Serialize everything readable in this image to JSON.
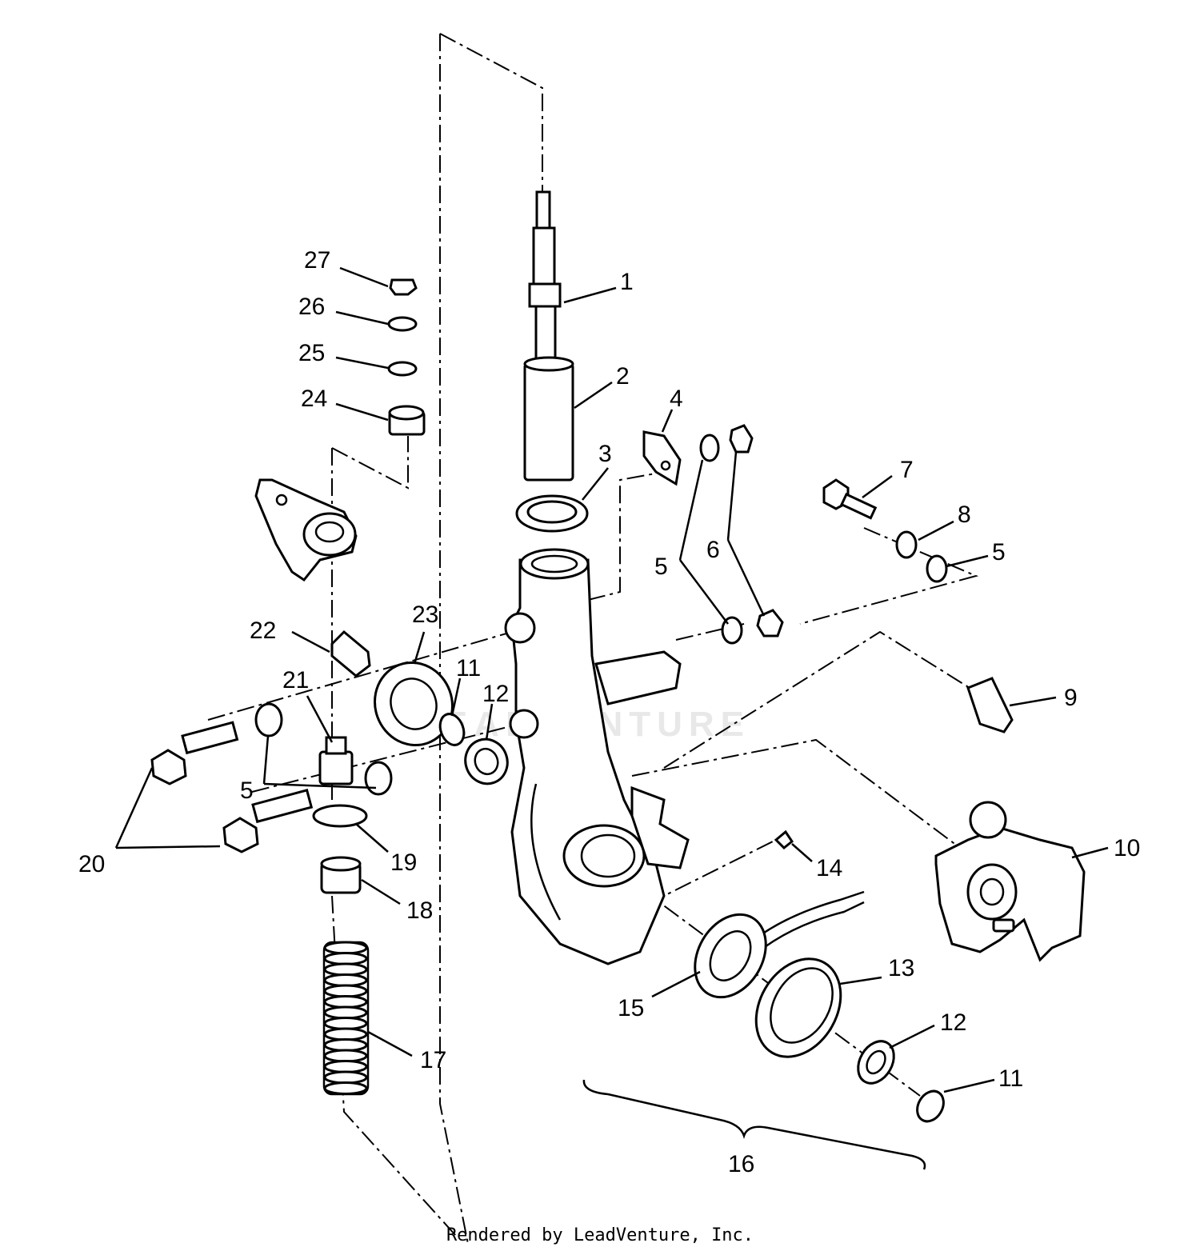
{
  "diagram": {
    "callouts": {
      "c1": "1",
      "c2": "2",
      "c3": "3",
      "c4": "4",
      "c5a": "5",
      "c5b": "5",
      "c5c": "5",
      "c6": "6",
      "c7": "7",
      "c8": "8",
      "c9": "9",
      "c10": "10",
      "c11a": "11",
      "c11b": "11",
      "c12a": "12",
      "c12b": "12",
      "c13": "13",
      "c14": "14",
      "c15": "15",
      "c16": "16",
      "c17": "17",
      "c18": "18",
      "c19": "19",
      "c20": "20",
      "c21": "21",
      "c22": "22",
      "c23": "23",
      "c24": "24",
      "c25": "25",
      "c26": "26",
      "c27": "27"
    },
    "watermark": "LEADVENTURE"
  },
  "footer": {
    "credit": "Rendered by LeadVenture, Inc."
  }
}
